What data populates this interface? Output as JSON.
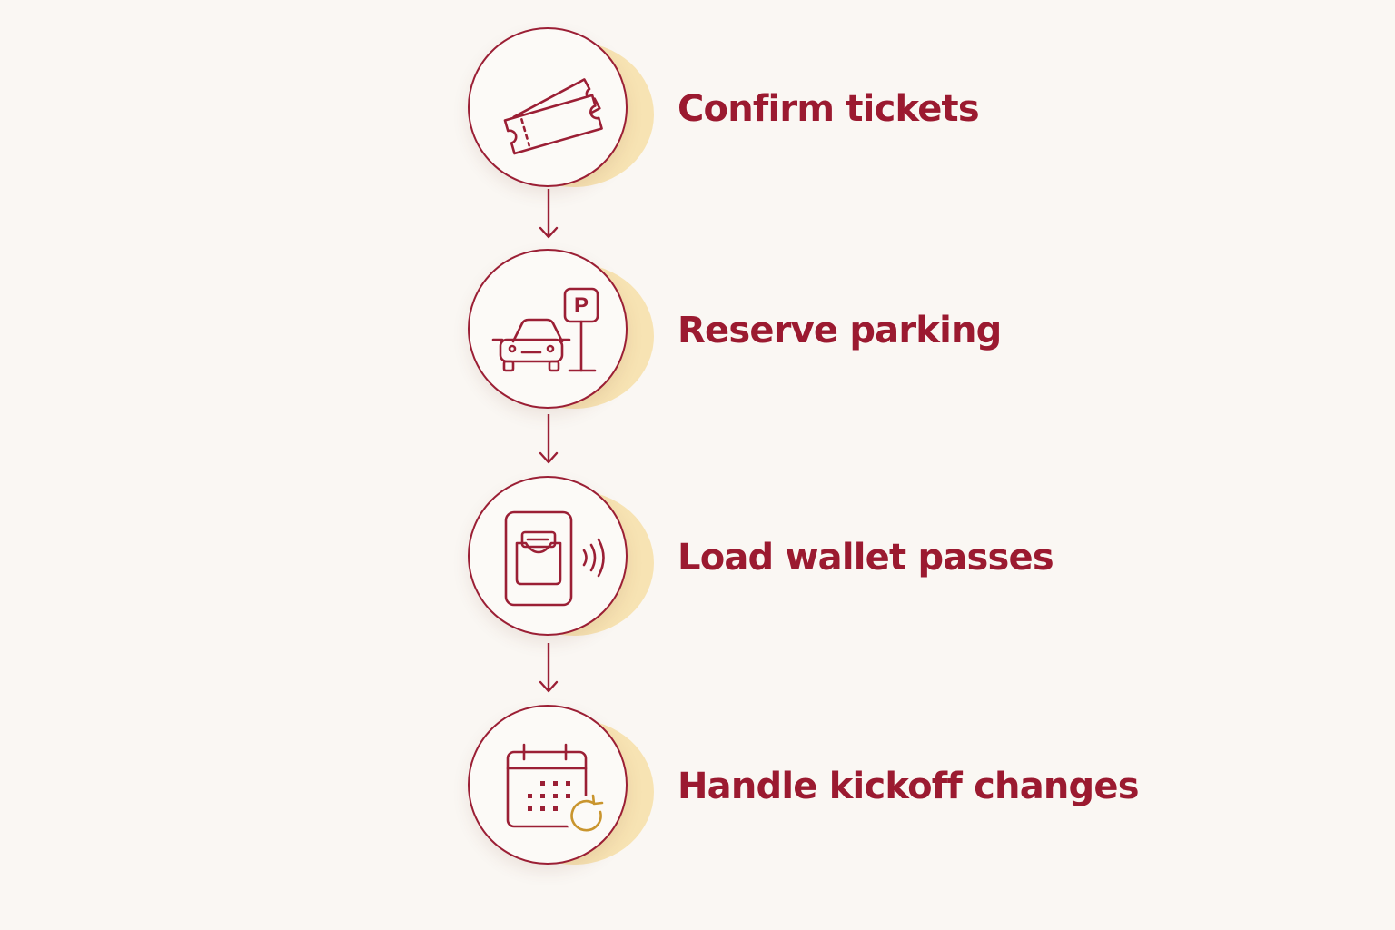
{
  "colors": {
    "background": "#faf7f3",
    "primary": "#9b1f35",
    "text": "#9b1a30",
    "accent_halo": "#f7e3b3",
    "accent_icon": "#c9952e"
  },
  "steps": [
    {
      "label": "Confirm tickets",
      "icon": "ticket-icon"
    },
    {
      "label": "Reserve parking",
      "icon": "car-parking-icon"
    },
    {
      "label": "Load wallet passes",
      "icon": "wallet-pass-icon"
    },
    {
      "label": "Handle kickoff changes",
      "icon": "calendar-refresh-icon"
    }
  ],
  "parking_sign": {
    "letter": "P"
  }
}
